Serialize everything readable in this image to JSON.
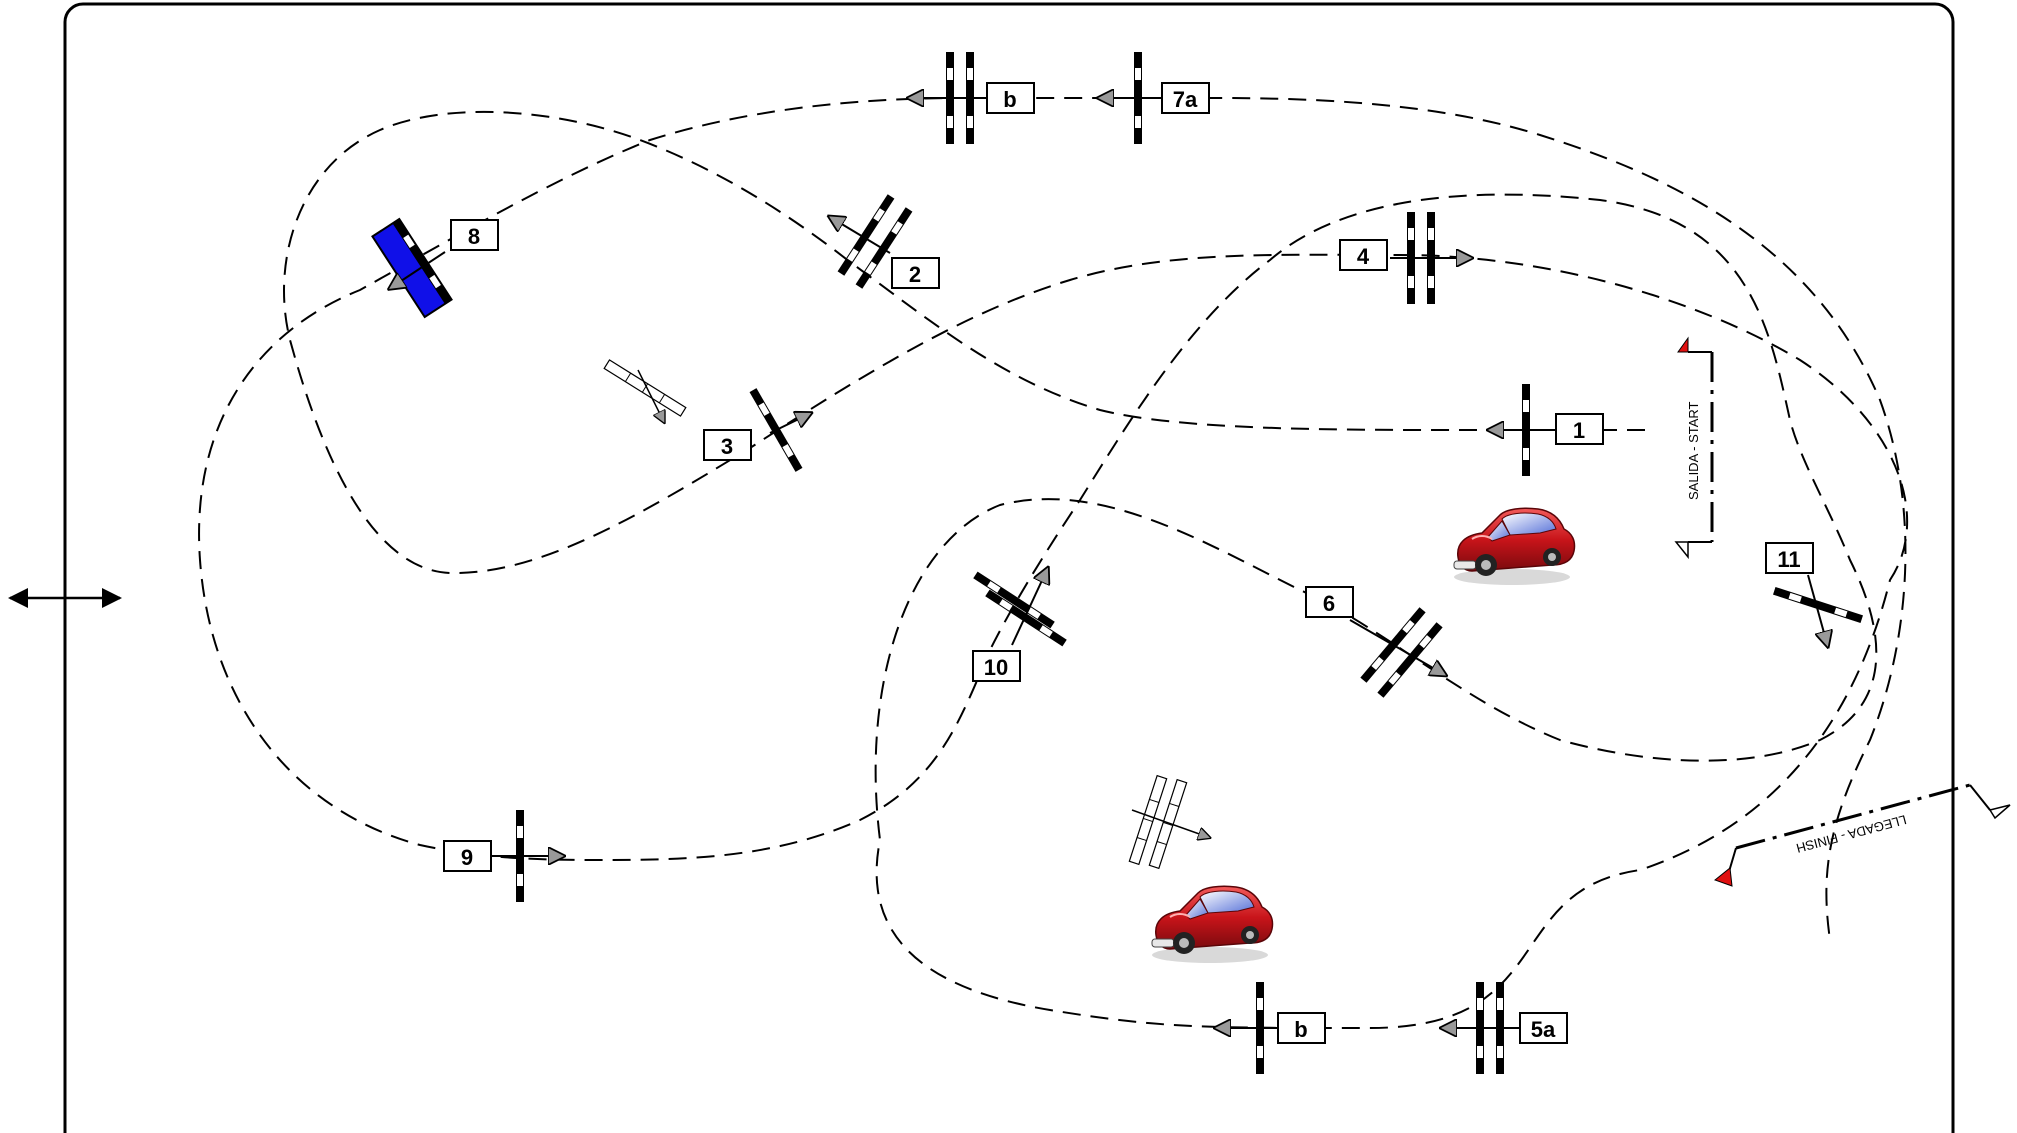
{
  "course": {
    "gates": [
      {
        "id": "g1",
        "label": "1"
      },
      {
        "id": "g2",
        "label": "2"
      },
      {
        "id": "g3",
        "label": "3"
      },
      {
        "id": "g4",
        "label": "4"
      },
      {
        "id": "g5a",
        "label": "5a"
      },
      {
        "id": "g5b",
        "label": "b"
      },
      {
        "id": "g6",
        "label": "6"
      },
      {
        "id": "g7a",
        "label": "7a"
      },
      {
        "id": "g7b",
        "label": "b"
      },
      {
        "id": "g8",
        "label": "8"
      },
      {
        "id": "g9",
        "label": "9"
      },
      {
        "id": "g10",
        "label": "10"
      },
      {
        "id": "g11",
        "label": "11"
      }
    ],
    "start_sign": "SALIDA - START",
    "finish_sign": "LLEGADA - FINISH",
    "colors": {
      "line": "#000000",
      "highlight_gate": "#1010e8",
      "flag": "#e01010",
      "car": "#c8141a"
    },
    "icons": [
      "double-arrow-icon",
      "car-icon",
      "flag-icon"
    ]
  }
}
